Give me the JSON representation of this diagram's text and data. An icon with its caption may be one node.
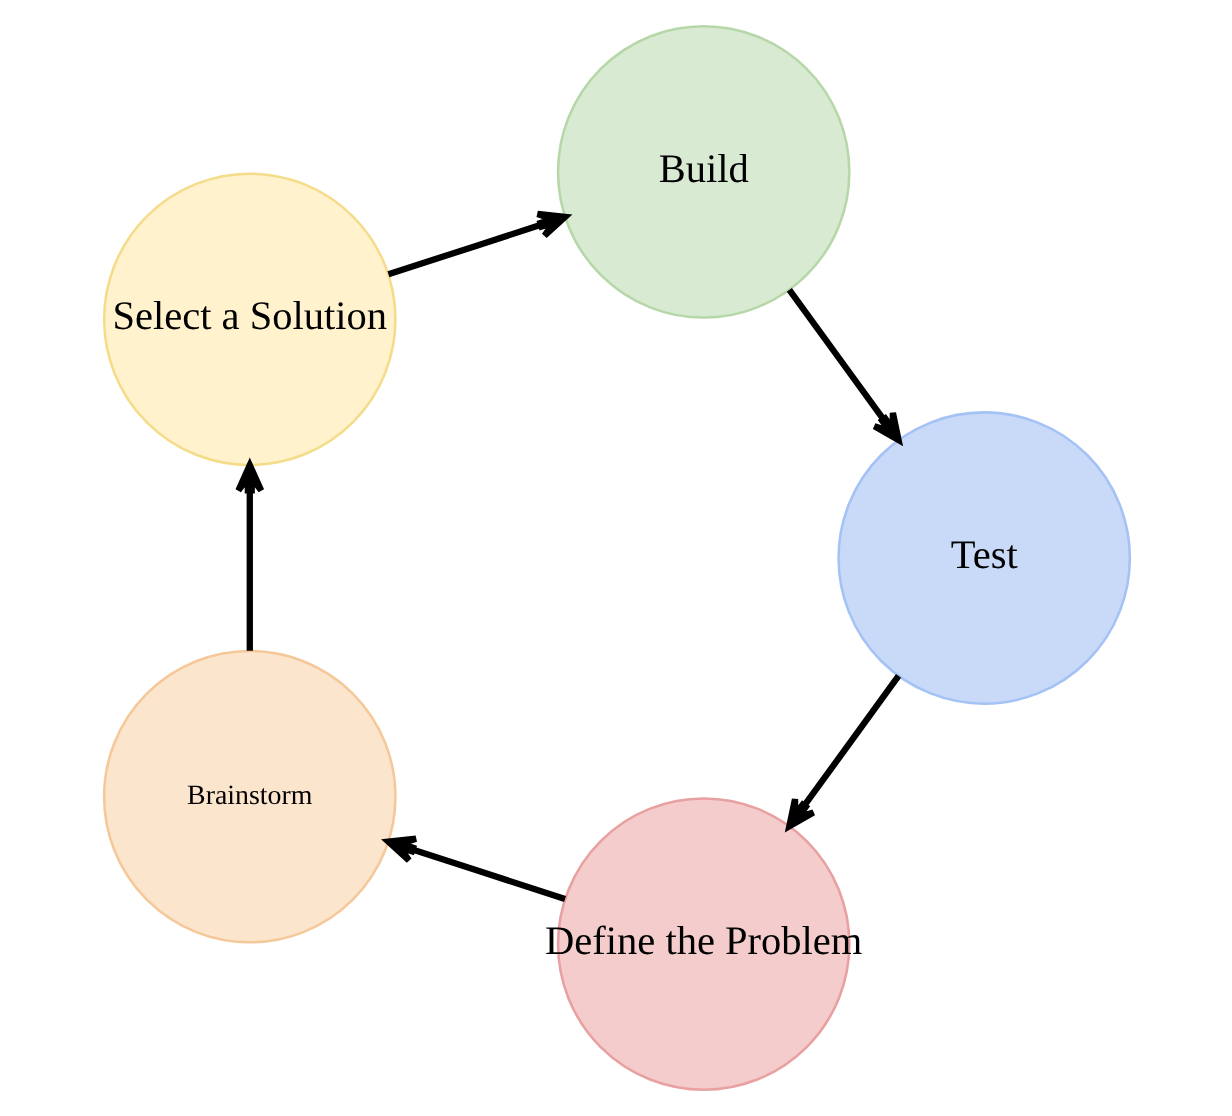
{
  "diagram": {
    "nodes": [
      {
        "text": [
          "Define the Problem"
        ]
      },
      {
        "text": [
          "Brainstorm"
        ]
      },
      {
        "text": [
          "Select a Solution"
        ]
      },
      {
        "text": [
          "Build"
        ]
      },
      {
        "text": [
          "Test"
        ]
      }
    ],
    "edges": [
      {
        "from": 0,
        "to": 1,
        "arrow": "to"
      },
      {
        "from": 1,
        "to": 2,
        "arrow": "to"
      },
      {
        "from": 2,
        "to": 3,
        "arrow": "to"
      },
      {
        "from": 3,
        "to": 4,
        "arrow": "to"
      },
      {
        "from": 4,
        "to": 0,
        "arrow": "to"
      }
    ]
  }
}
